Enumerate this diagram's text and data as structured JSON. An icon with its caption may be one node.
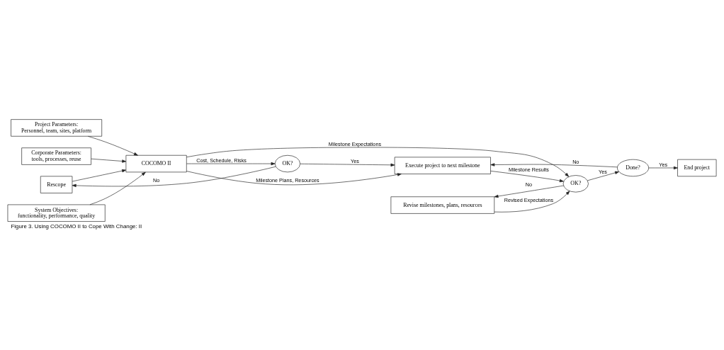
{
  "diagram": {
    "caption": "Figure 3. Using COCOMO II to Cope With Change: II",
    "nodes": [
      {
        "text": [
          "System Objectives:",
          "functionality, performance, quality"
        ]
      },
      {
        "text": [
          "Project Parameters:",
          "Personnel, team, sites, platform"
        ]
      },
      {
        "text": [
          "Corporate Parameters:",
          "tools, processes, reuse"
        ]
      },
      {
        "text": [
          "Rescope"
        ]
      },
      {
        "text": [
          "COCOMO II"
        ]
      },
      {
        "text": [
          "OK?"
        ]
      },
      {
        "text": [
          "Execute project to next milestone"
        ]
      },
      {
        "text": [
          "Revise milestones, plans, resources"
        ]
      },
      {
        "text": [
          "OK?"
        ]
      },
      {
        "text": [
          "Done?"
        ]
      },
      {
        "text": [
          "End project"
        ]
      }
    ],
    "edges": [
      {
        "from": 0,
        "to": 4,
        "arrow": "to"
      },
      {
        "from": 1,
        "to": 4,
        "arrow": "to"
      },
      {
        "from": 2,
        "to": 4,
        "arrow": "to"
      },
      {
        "from": 3,
        "to": 4,
        "arrow": "to"
      },
      {
        "from": 4,
        "to": 5,
        "arrow": "to",
        "label": "Cost, Schedule, Risks"
      },
      {
        "from": 5,
        "to": 3,
        "arrow": "to",
        "label": "No"
      },
      {
        "from": 5,
        "to": 6,
        "arrow": "to",
        "label": "Yes"
      },
      {
        "from": 4,
        "to": 6,
        "arrow": "to",
        "label": "Milestone Plans, Resources"
      },
      {
        "from": 4,
        "to": 8,
        "arrow": "to",
        "label": "Milestone Expectations"
      },
      {
        "from": 6,
        "to": 8,
        "arrow": "to",
        "label": "Milestone Results"
      },
      {
        "from": 8,
        "to": 7,
        "arrow": "to",
        "label": "No"
      },
      {
        "from": 7,
        "to": 8,
        "arrow": "to",
        "label": "Revised Expectations"
      },
      {
        "from": 8,
        "to": 9,
        "arrow": "to",
        "label": "Yes"
      },
      {
        "from": 9,
        "to": 6,
        "arrow": "to",
        "label": "No"
      },
      {
        "from": 9,
        "to": 10,
        "arrow": "to",
        "label": "Yes"
      }
    ]
  }
}
